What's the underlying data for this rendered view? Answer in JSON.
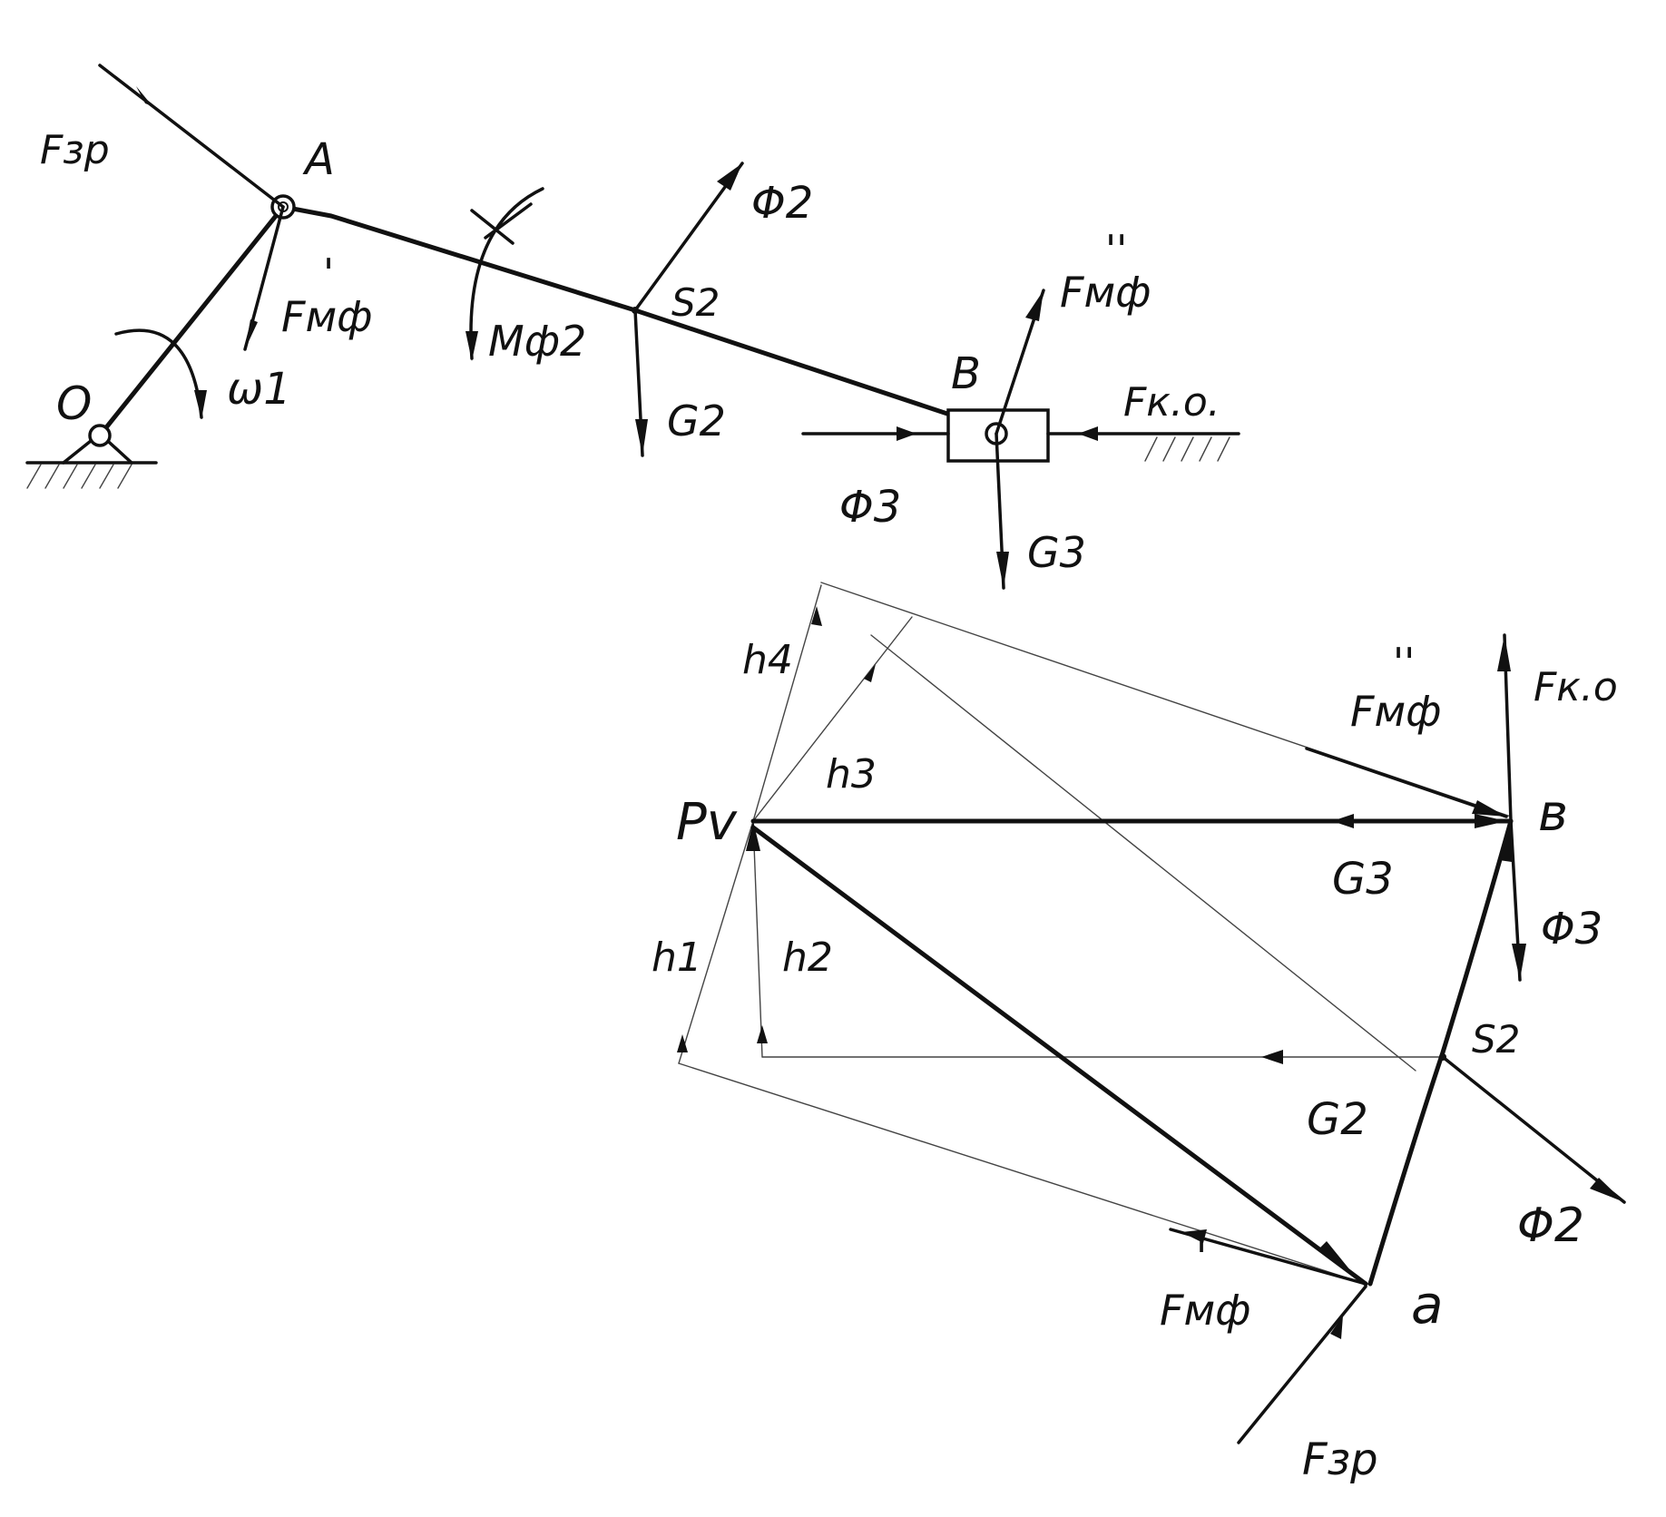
{
  "mechanism": {
    "points": {
      "O": "O",
      "A": "A",
      "B": "B"
    },
    "forces": {
      "F_zr": "Fзр",
      "F_mf_prime": "Fмф",
      "F_mf_prime_mark": "'",
      "F_mf_dprime": "Fмф",
      "F_mf_dprime_mark": "''",
      "M_f2": "Mф2",
      "Phi2": "Φ2",
      "Phi3": "Φ3",
      "S2": "S2",
      "G2": "G2",
      "G3": "G3",
      "F_ko": "Fк.о.",
      "omega1": "ω1"
    }
  },
  "lever": {
    "labels": {
      "Pv": "Pv",
      "a": "a",
      "b": "в",
      "s2": "S2",
      "h1": "h1",
      "h2": "h2",
      "h3": "h3",
      "h4": "h4",
      "F_mf_dprime": "Fмф",
      "F_mf_dprime_mark": "''",
      "F_ko": "Fк.о",
      "G3": "G3",
      "Phi3": "Φ3",
      "G2": "G2",
      "Phi2": "Φ2",
      "F_mf_prime": "Fмф",
      "F_mf_prime_mark": "'",
      "F_zr": "Fзр"
    }
  }
}
